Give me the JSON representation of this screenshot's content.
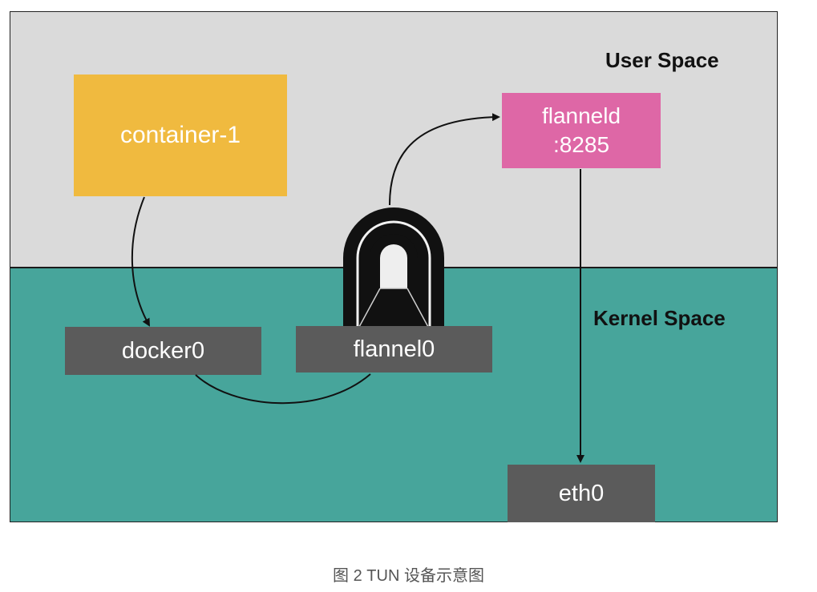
{
  "regions": {
    "user_space_label": "User Space",
    "kernel_space_label": "Kernel Space"
  },
  "nodes": {
    "container": "container-1",
    "flanneld_line1": "flanneld",
    "flanneld_line2": ":8285",
    "docker0": "docker0",
    "flannel0": "flannel0",
    "eth0": "eth0"
  },
  "colors": {
    "user_space_bg": "#dadada",
    "kernel_space_bg": "#47a59b",
    "container_fill": "#f0ba3f",
    "flanneld_fill": "#de67a6",
    "device_fill": "#5b5b5b",
    "tunnel": "#111111"
  },
  "edges": [
    {
      "from": "container-1",
      "to": "docker0"
    },
    {
      "from": "docker0",
      "to": "flannel0"
    },
    {
      "from": "flannel0",
      "to": "flanneld"
    },
    {
      "from": "flanneld",
      "to": "eth0"
    }
  ],
  "icons": [
    "tunnel-icon"
  ],
  "caption": "图 2 TUN 设备示意图"
}
